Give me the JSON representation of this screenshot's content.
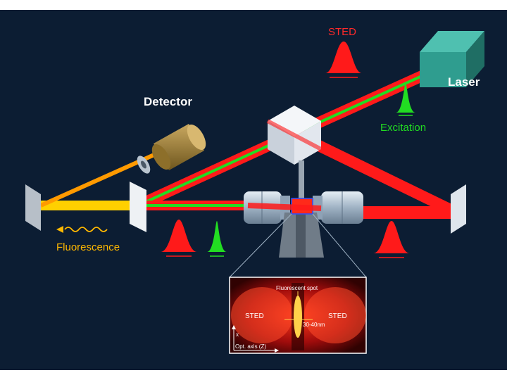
{
  "labels": {
    "sted_top": "STED",
    "laser": "Laser",
    "detector": "Detector",
    "excitation": "Excitation",
    "fluorescence": "Fluorescence"
  },
  "inset": {
    "fluorescent_spot": "Fluorescent spot",
    "sted_left": "STED",
    "sted_right": "STED",
    "size": "30-40nm",
    "axis_x": "x",
    "optical_axis": "Opt. axis (Z)"
  },
  "colors": {
    "background": "#0c1d33",
    "sted_beam": "#ff1a1a",
    "excitation_beam": "#22dd22",
    "fluorescence_beam": "#ffb800",
    "laser_box": "#2f9d8f"
  }
}
